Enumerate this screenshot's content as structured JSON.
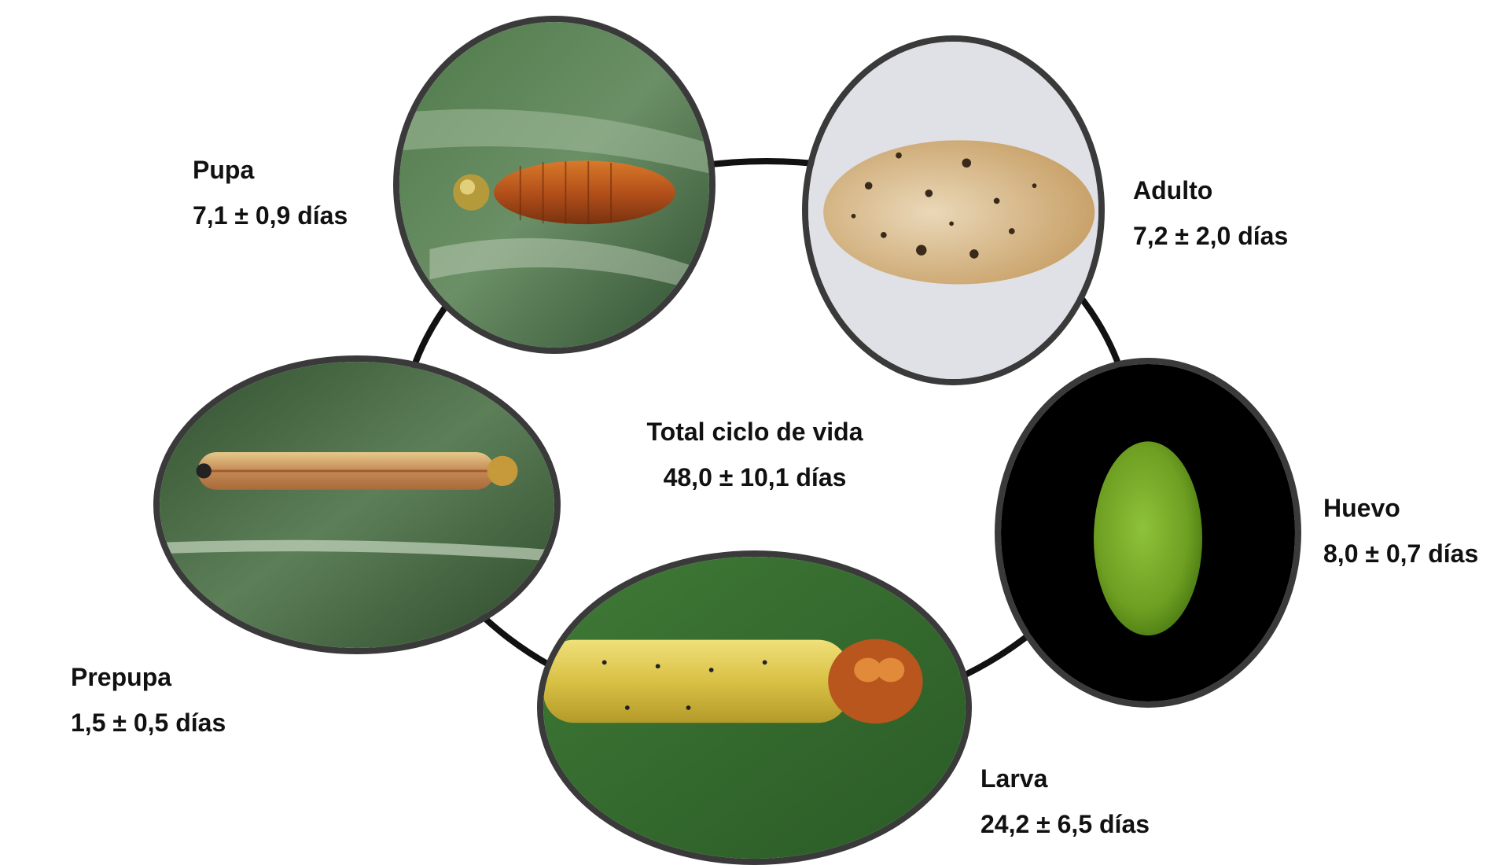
{
  "center": {
    "title": "Total ciclo de vida",
    "duration": "48,0 ± 10,1 días"
  },
  "stages": {
    "pupa": {
      "name": "Pupa",
      "duration": "7,1 ± 0,9 días"
    },
    "adulto": {
      "name": "Adulto",
      "duration": "7,2 ± 2,0 días"
    },
    "huevo": {
      "name": "Huevo",
      "duration": "8,0 ± 0,7 días"
    },
    "larva": {
      "name": "Larva",
      "duration": "24,2 ± 6,5 días"
    },
    "prepupa": {
      "name": "Prepupa",
      "duration": "1,5 ± 0,5 días"
    }
  },
  "colors": {
    "ring": "#111111",
    "frame": "#3a3a3a",
    "leaf_green": "#3f6a3c",
    "egg_bg": "#000000",
    "adult_bg": "#dfe1e6"
  }
}
